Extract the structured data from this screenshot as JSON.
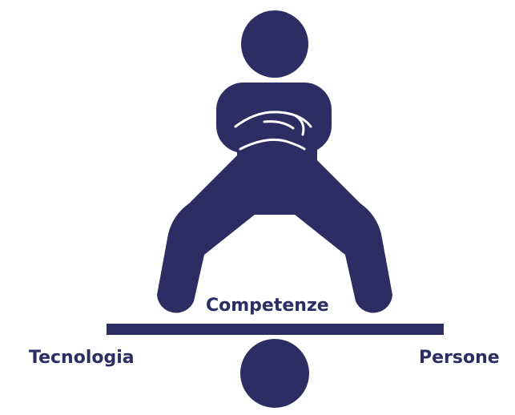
{
  "labels": {
    "center": "Competenze",
    "left": "Tecnologia",
    "right": "Persone"
  },
  "colors": {
    "figure": "#2b2d63",
    "background": "#ffffff",
    "arm_outline": "#ffffff"
  },
  "icons": {
    "figure": "person-arms-crossed-icon",
    "fulcrum": "fulcrum-ball-icon"
  }
}
